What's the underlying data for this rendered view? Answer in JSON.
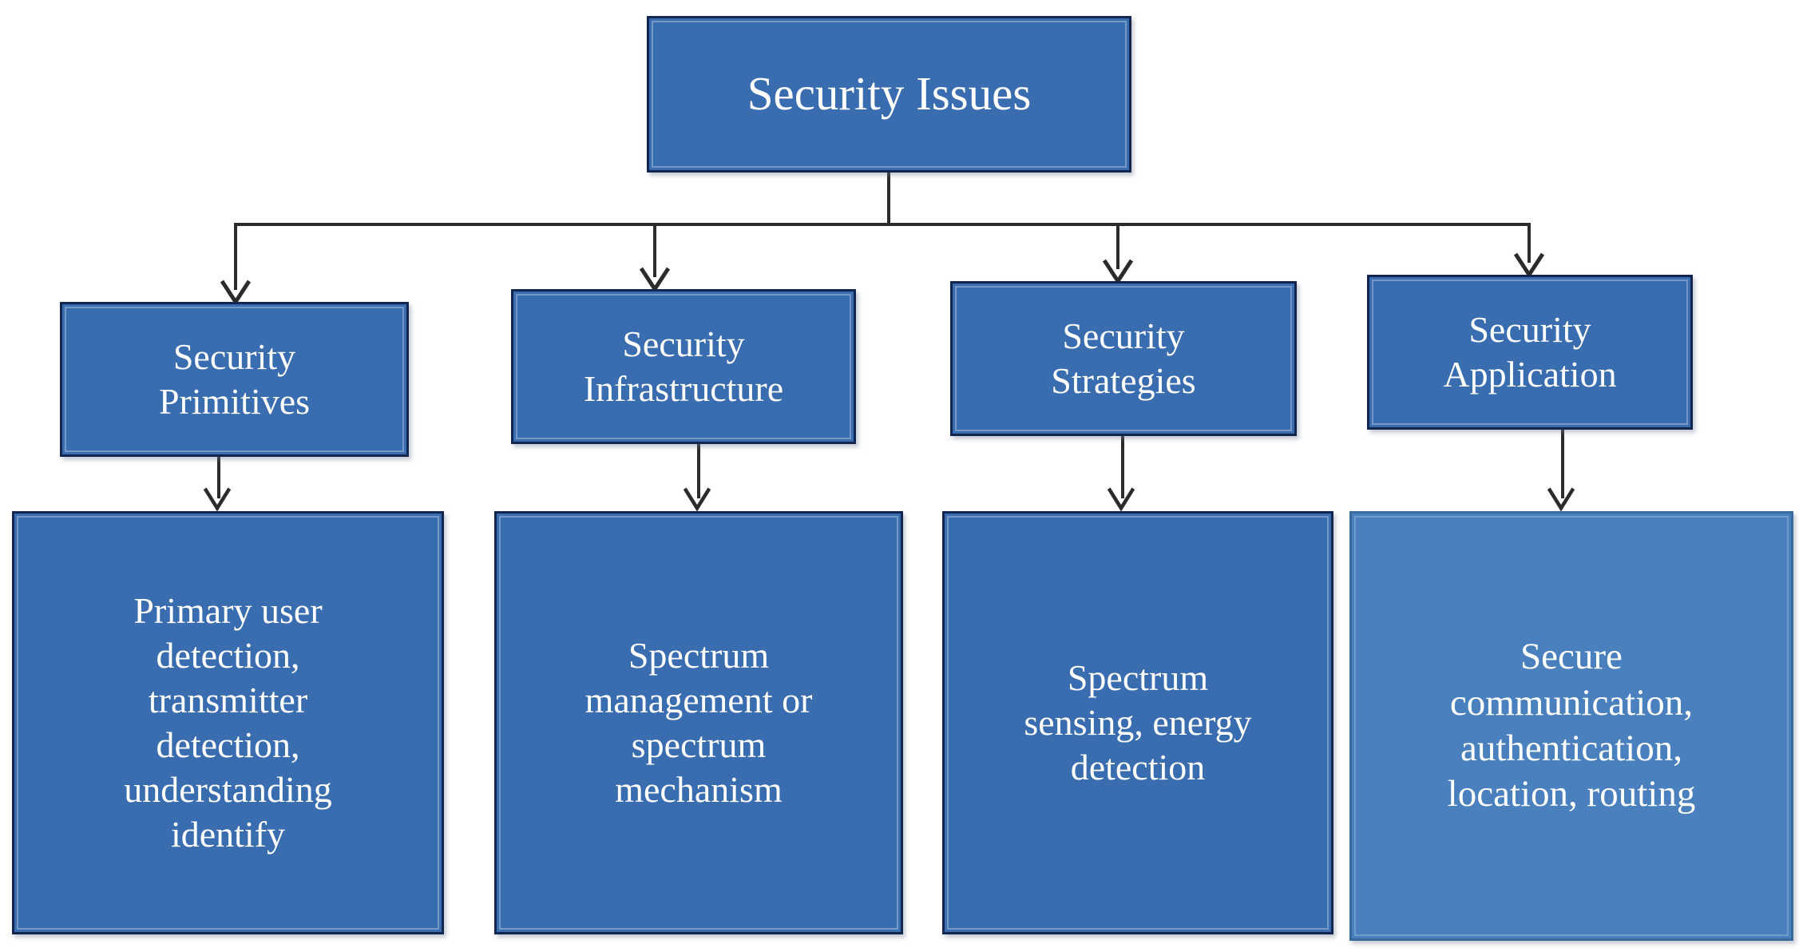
{
  "diagram": {
    "title": "Security Issues",
    "root": {
      "id": "security-issues",
      "label": "Security Issues"
    },
    "level2": [
      {
        "id": "security-primitives",
        "label": "Security\nPrimitives"
      },
      {
        "id": "security-infrastructure",
        "label": "Security\nInfrastructure"
      },
      {
        "id": "security-strategies",
        "label": "Security\nStrategies"
      },
      {
        "id": "security-application",
        "label": "Security\nApplication"
      }
    ],
    "level3": [
      {
        "id": "primitives-detail",
        "label": "Primary  user\ndetection,\ntransmitter\ndetection,\nunderstanding\nidentify"
      },
      {
        "id": "infrastructure-detail",
        "label": "Spectrum\nmanagement or\nspectrum\nmechanism"
      },
      {
        "id": "strategies-detail",
        "label": "Spectrum\nsensing, energy\ndetection"
      },
      {
        "id": "application-detail",
        "label": "Secure\ncommunication,\nauthentication,\nlocation, routing"
      }
    ],
    "colors": {
      "box_fill": "#3a6cb0",
      "box_border": "#12264f",
      "box_fill_light": "#4a80bd",
      "box_border_light": "#3a6a9c",
      "text": "#ffffff",
      "connector": "#2b2b2b",
      "background": "#ffffff"
    }
  }
}
